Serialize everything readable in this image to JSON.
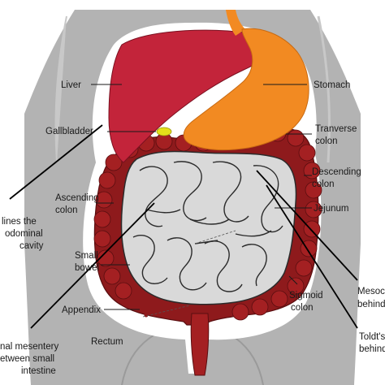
{
  "labels": {
    "liver": "Liver",
    "stomach": "Stomach",
    "gallbladder": "Gallbladder",
    "transverse_colon_1": "Tranverse",
    "transverse_colon_2": "colon",
    "descending_colon_1": "Descending",
    "descending_colon_2": "colon",
    "ascending_colon_1": "Ascending",
    "ascending_colon_2": "colon",
    "jejunum": "Jejunum",
    "small_bowel_1": "Small",
    "small_bowel_2": "bowel",
    "sigmoid_colon_1": "Sigmoid",
    "sigmoid_colon_2": "colon",
    "appendix": "Appendix",
    "rectum": "Rectum",
    "peritoneum_1": "lines the",
    "peritoneum_2": "odominal",
    "peritoneum_3": "cavity",
    "mesentery_1": "nal mesentery",
    "mesentery_2": "etween small",
    "mesentery_3": "intestine",
    "mesocolon_1": "Mesoc",
    "mesocolon_2": "behind",
    "toldts_1": "Toldt's",
    "toldts_2": "behind"
  },
  "colors": {
    "body": "#b3b3b3",
    "liver": "#c3243a",
    "stomach": "#f28a22",
    "gallbladder": "#e4e01a",
    "colon": "#8e1a1c",
    "colon_dark": "#6b1113",
    "small_intestine": "#d9d9d9",
    "intestine_outline": "#2b2b2b"
  }
}
